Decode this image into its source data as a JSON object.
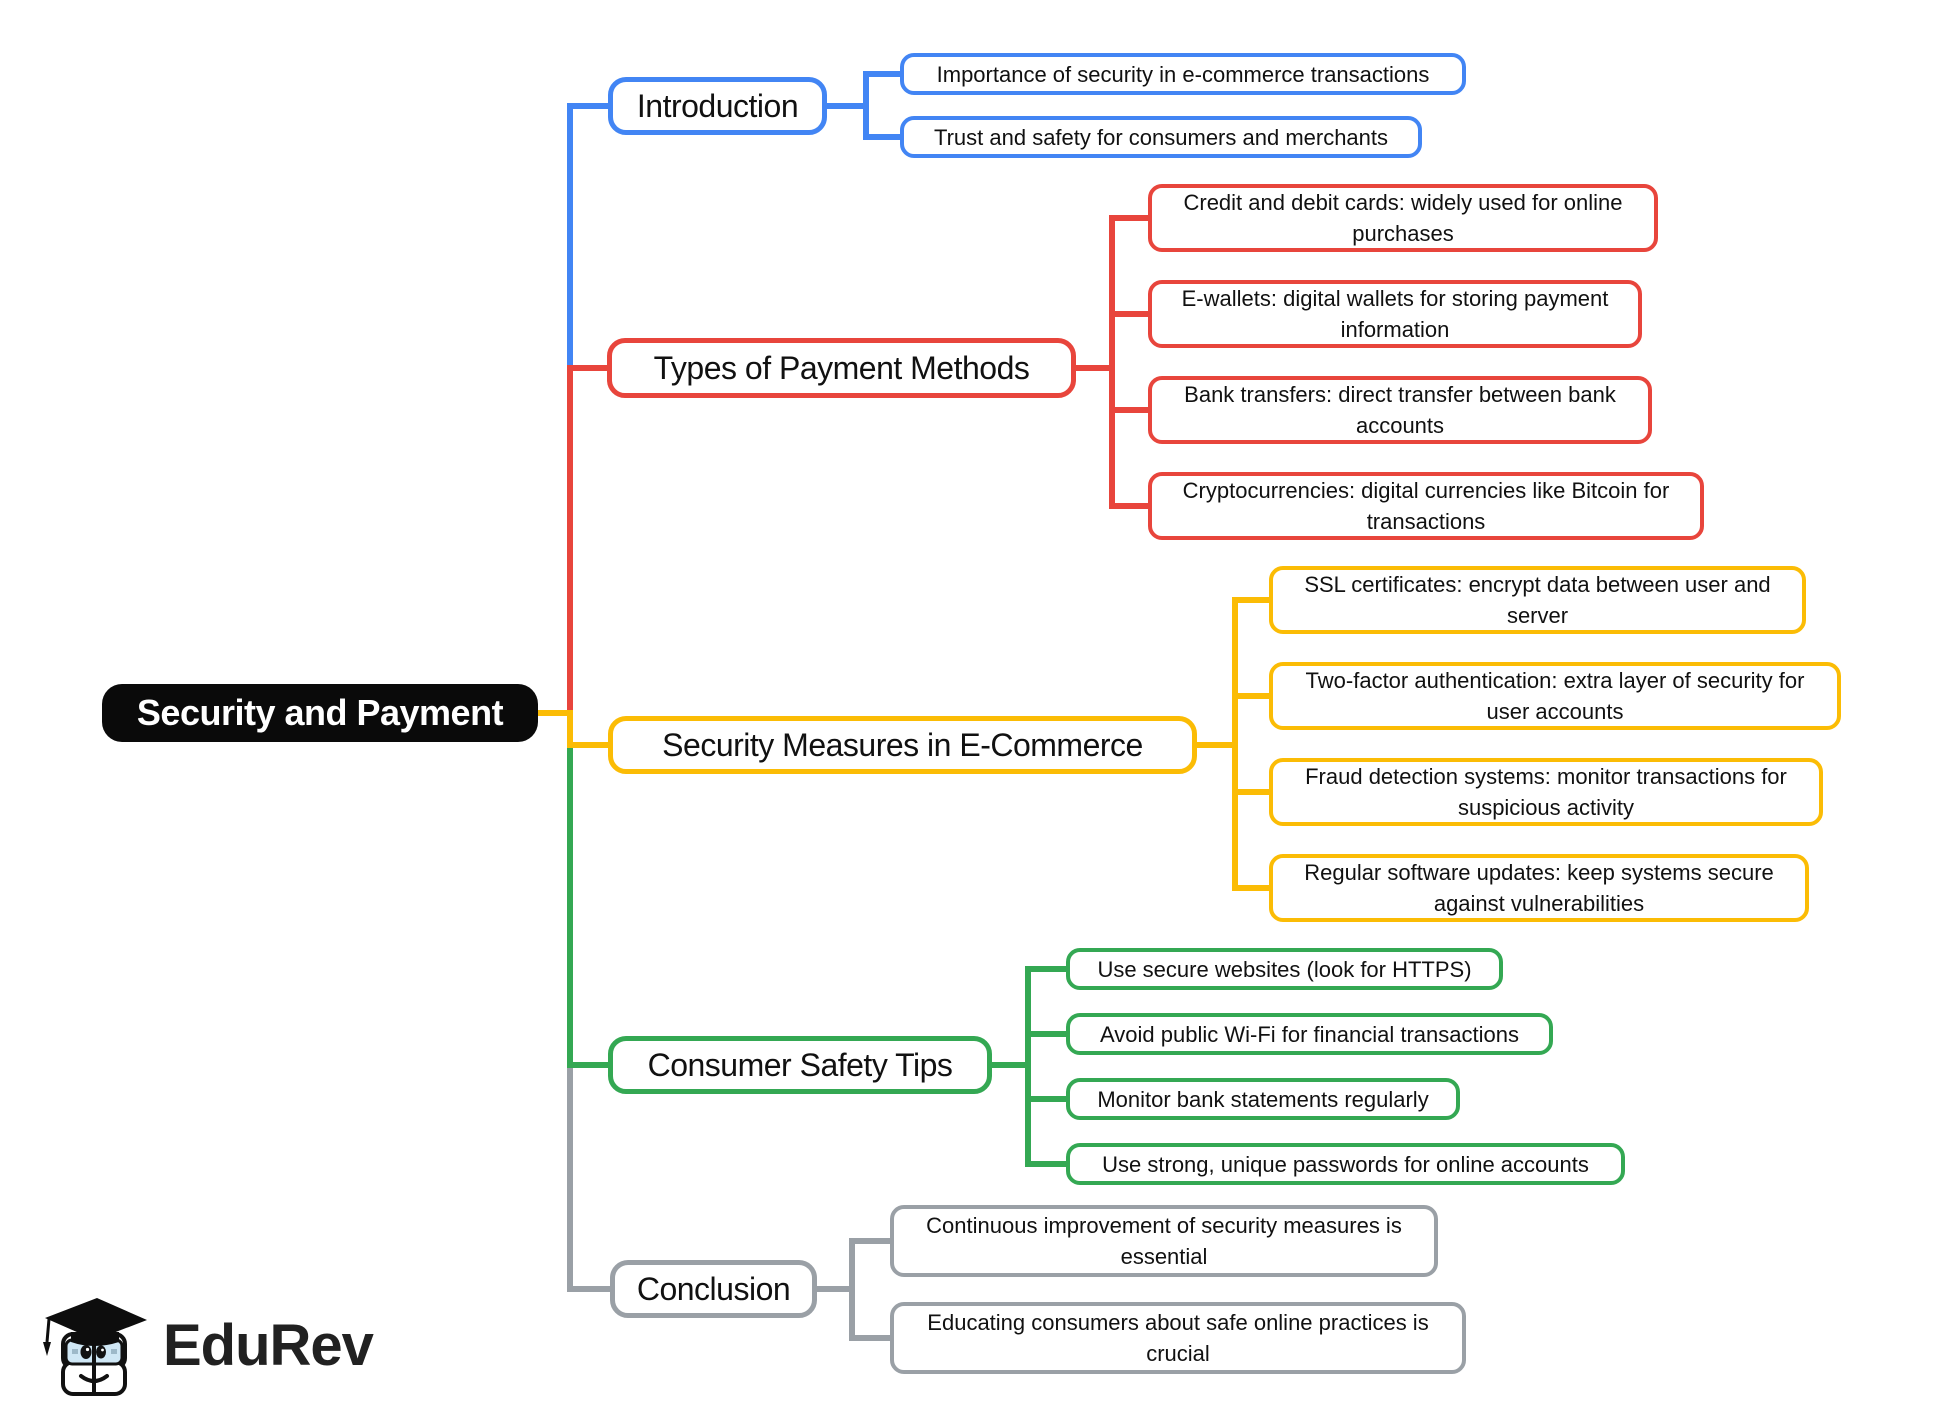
{
  "root": {
    "label": "Security and Payment",
    "bg_color": "#0a0a0a",
    "text_color": "#ffffff"
  },
  "branches": [
    {
      "label": "Introduction",
      "color": "#4285f4",
      "children": [
        {
          "label": "Importance of security in e-commerce transactions"
        },
        {
          "label": "Trust and safety for consumers and merchants"
        }
      ]
    },
    {
      "label": "Types of Payment Methods",
      "color": "#e8453c",
      "children": [
        {
          "label": "Credit and debit cards: widely used for online purchases"
        },
        {
          "label": "E-wallets: digital wallets for storing payment information"
        },
        {
          "label": "Bank transfers: direct transfer between bank accounts"
        },
        {
          "label": "Cryptocurrencies: digital currencies like Bitcoin for transactions"
        }
      ]
    },
    {
      "label": "Security Measures in E-Commerce",
      "color": "#fbbc05",
      "children": [
        {
          "label": "SSL certificates: encrypt data between user and server"
        },
        {
          "label": "Two-factor authentication: extra layer of security for user accounts"
        },
        {
          "label": "Fraud detection systems: monitor transactions for suspicious activity"
        },
        {
          "label": "Regular software updates: keep systems secure against vulnerabilities"
        }
      ]
    },
    {
      "label": "Consumer Safety Tips",
      "color": "#34a853",
      "children": [
        {
          "label": "Use secure websites (look for HTTPS)"
        },
        {
          "label": "Avoid public Wi-Fi for financial transactions"
        },
        {
          "label": "Monitor bank statements regularly"
        },
        {
          "label": "Use strong, unique passwords for online accounts"
        }
      ]
    },
    {
      "label": "Conclusion",
      "color": "#9aa0a6",
      "children": [
        {
          "label": "Continuous improvement of security measures is essential"
        },
        {
          "label": "Educating consumers about safe online practices is crucial"
        }
      ]
    }
  ],
  "watermark": {
    "brand": "EduRev"
  }
}
